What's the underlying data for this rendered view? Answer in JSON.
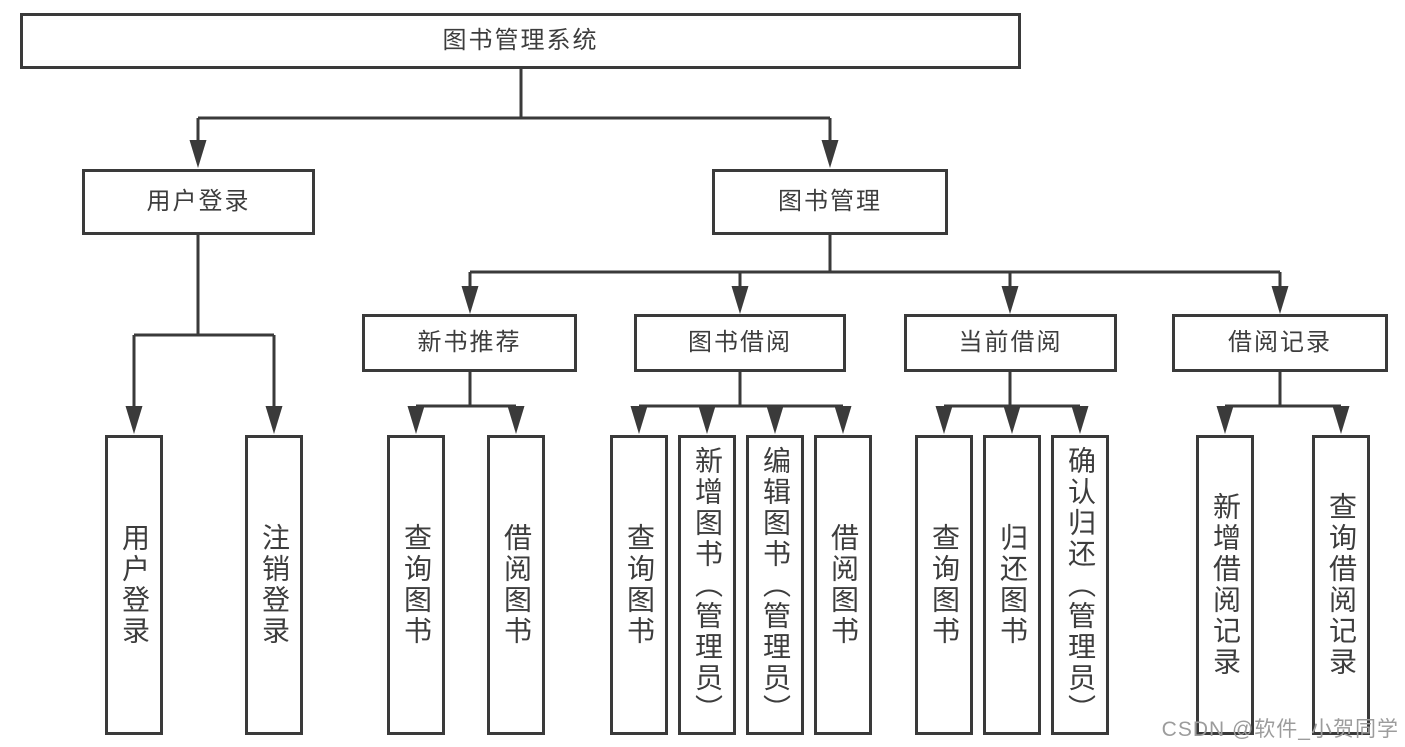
{
  "diagram": {
    "root": "图书管理系统",
    "branches": [
      {
        "label": "用户登录",
        "leaves": [
          "用户登录",
          "注销登录"
        ]
      },
      {
        "label": "图书管理",
        "groups": [
          {
            "label": "新书推荐",
            "leaves": [
              "查询图书",
              "借阅图书"
            ]
          },
          {
            "label": "图书借阅",
            "leaves": [
              "查询图书",
              "新增图书（管理员）",
              "编辑图书（管理员）",
              "借阅图书"
            ]
          },
          {
            "label": "当前借阅",
            "leaves": [
              "查询图书",
              "归还图书",
              "确认归还（管理员）"
            ]
          },
          {
            "label": "借阅记录",
            "leaves": [
              "新增借阅记录",
              "查询借阅记录"
            ]
          }
        ]
      }
    ]
  },
  "colors": {
    "line": "#3a3a3a",
    "text": "#3d3d3d",
    "background": "#ffffff",
    "watermark": "#9c9c9c"
  },
  "watermark": "CSDN @软件_小贺同学"
}
